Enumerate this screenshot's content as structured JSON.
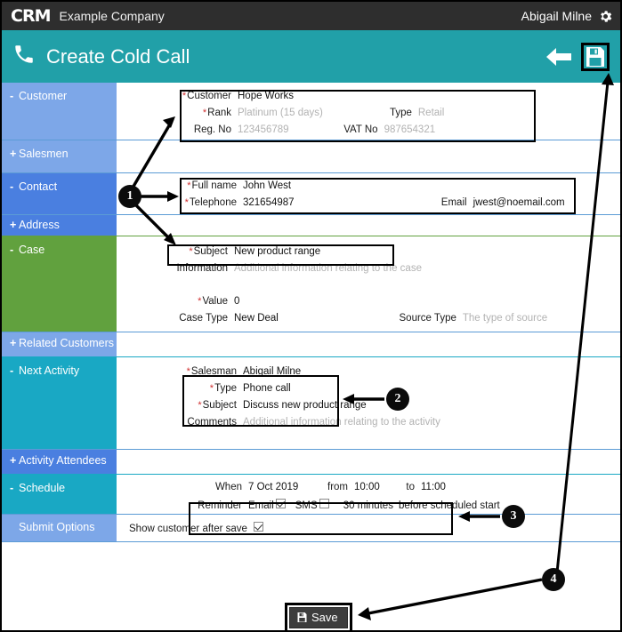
{
  "topbar": {
    "logo": "CRM",
    "company": "Example Company",
    "username": "Abigail Milne",
    "gear_icon": "gear-icon"
  },
  "header": {
    "title": "Create Cold Call",
    "phone_icon": "phone-icon",
    "back_icon": "back-arrow-icon",
    "save_icon": "floppy-save-icon"
  },
  "sections": {
    "customer": {
      "label": "Customer",
      "toggle": "-"
    },
    "salesmen": {
      "label": "Salesmen",
      "toggle": "+"
    },
    "contact": {
      "label": "Contact",
      "toggle": "-"
    },
    "address": {
      "label": "Address",
      "toggle": "+"
    },
    "case": {
      "label": "Case",
      "toggle": "-"
    },
    "related_customers": {
      "label": "Related Customers",
      "toggle": "+"
    },
    "next_activity": {
      "label": "Next Activity",
      "toggle": "-"
    },
    "activity_attendees": {
      "label": "Activity Attendees",
      "toggle": "+"
    },
    "schedule": {
      "label": "Schedule",
      "toggle": "-"
    },
    "submit_options": {
      "label": "Submit Options",
      "toggle": ""
    }
  },
  "customer_fields": {
    "customer_label": "Customer",
    "customer_value": "Hope Works",
    "rank_label": "Rank",
    "rank_value": "Platinum (15 days)",
    "type_label": "Type",
    "type_value": "Retail",
    "regno_label": "Reg. No",
    "regno_value": "123456789",
    "vatno_label": "VAT No",
    "vatno_value": "987654321"
  },
  "contact_fields": {
    "fullname_label": "Full name",
    "fullname_value": "John West",
    "telephone_label": "Telephone",
    "telephone_value": "321654987",
    "email_label": "Email",
    "email_value": "jwest@noemail.com"
  },
  "case_fields": {
    "subject_label": "Subject",
    "subject_value": "New product range",
    "information_label": "Information",
    "information_value": "Additional information relating to the case",
    "value_label": "Value",
    "value_value": "0",
    "casetype_label": "Case Type",
    "casetype_value": "New Deal",
    "sourcetype_label": "Source Type",
    "sourcetype_value": "The type of source"
  },
  "activity_fields": {
    "salesman_label": "Salesman",
    "salesman_value": "Abigail Milne",
    "type_label": "Type",
    "type_value": "Phone call",
    "subject_label": "Subject",
    "subject_value": "Discuss new product range",
    "comments_label": "Comments",
    "comments_value": "Additional information relating to the activity"
  },
  "schedule_fields": {
    "when_label": "When",
    "when_value": "7 Oct 2019",
    "from_label": "from",
    "from_value": "10:00",
    "to_label": "to",
    "to_value": "11:00",
    "reminder_label": "Reminder",
    "email_label": "Email",
    "email_checked": true,
    "sms_label": "SMS",
    "sms_checked": false,
    "minutes_value": "30 minutes",
    "before_label": "before scheduled start"
  },
  "submit_options": {
    "show_customer_label": "Show customer after save",
    "show_customer_checked": true
  },
  "footer": {
    "save_label": "Save",
    "save_icon": "floppy-save-icon"
  },
  "annotations": {
    "one": "1",
    "two": "2",
    "three": "3",
    "four": "4"
  },
  "colors": {
    "topbar": "#2e2e2e",
    "header_teal": "#21a0a8",
    "section_light_blue": "#7da7e8",
    "section_blue": "#4a7fe0",
    "section_green": "#61a13e",
    "section_teal": "#19a8c4",
    "required_star": "#d03030",
    "placeholder_text": "#b2b2b2",
    "row_divider": "#5b9bd5"
  }
}
